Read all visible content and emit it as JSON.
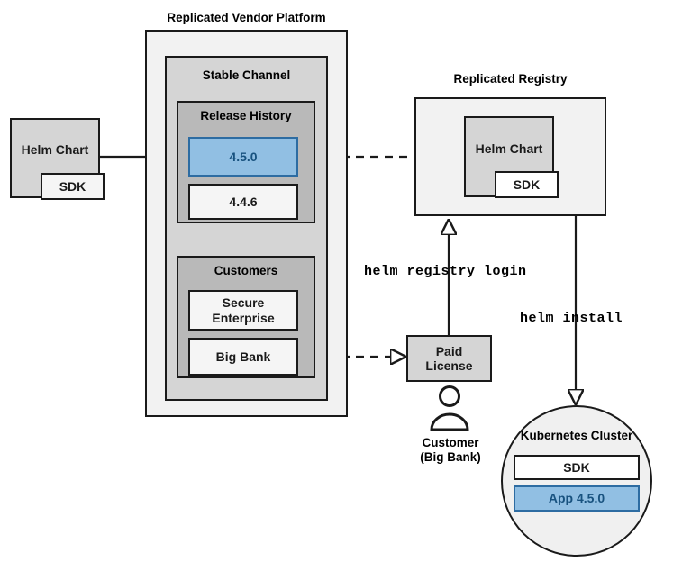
{
  "diagram": {
    "title_vendor_platform": "Replicated Vendor Platform",
    "title_registry": "Replicated Registry",
    "source_chart": {
      "label": "Helm Chart",
      "sdk_label": "SDK"
    },
    "stable_channel": {
      "label": "Stable Channel",
      "release_history": {
        "label": "Release History",
        "releases": [
          {
            "version": "4.5.0",
            "highlighted": true
          },
          {
            "version": "4.4.6",
            "highlighted": false
          }
        ]
      },
      "customers": {
        "label": "Customers",
        "entries": [
          {
            "name": "Secure Enterprise"
          },
          {
            "name": "Big Bank"
          }
        ]
      }
    },
    "registry": {
      "chart_label": "Helm Chart",
      "sdk_label": "SDK"
    },
    "license": {
      "label": "Paid License"
    },
    "customer_actor": {
      "label_line1": "Customer",
      "label_line2": "(Big Bank)",
      "icon": "person-icon"
    },
    "cluster": {
      "label": "Kubernetes Cluster",
      "items": [
        {
          "label": "SDK",
          "highlighted": false
        },
        {
          "label": "App 4.5.0",
          "highlighted": true
        }
      ]
    },
    "commands": {
      "registry_login": "helm registry login",
      "install": "helm install"
    },
    "colors": {
      "accent_blue_fill": "#91bfe3",
      "accent_blue_border": "#2d6ca2",
      "accent_blue_text": "#18527f",
      "stroke": "#1a1a1a",
      "panel_lightest": "#f2f2f2",
      "panel_mid": "#d5d5d5",
      "panel_dark": "#b9b9b9"
    }
  }
}
